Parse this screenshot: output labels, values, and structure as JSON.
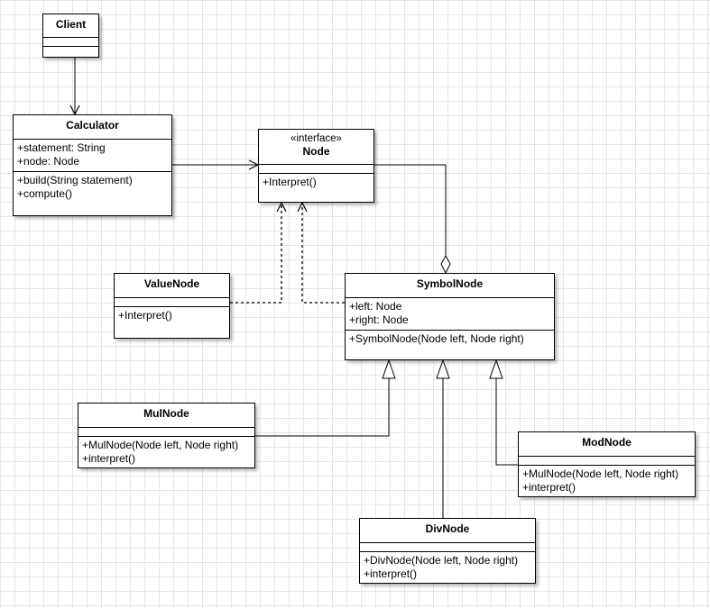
{
  "classes": {
    "client": {
      "name": "Client",
      "attributes": [],
      "operations": []
    },
    "calculator": {
      "name": "Calculator",
      "attributes": [
        "+statement: String",
        "+node: Node"
      ],
      "operations": [
        "+build(String statement)",
        "+compute()"
      ]
    },
    "node": {
      "stereotype": "«interface»",
      "name": "Node",
      "attributes": [],
      "operations": [
        "+Interpret()"
      ]
    },
    "valuenode": {
      "name": "ValueNode",
      "attributes": [],
      "operations": [
        "+Interpret()"
      ]
    },
    "symbolnode": {
      "name": "SymbolNode",
      "attributes": [
        "+left: Node",
        "+right: Node"
      ],
      "operations": [
        "+SymbolNode(Node left, Node right)"
      ]
    },
    "mulnode": {
      "name": "MulNode",
      "attributes": [],
      "operations": [
        "+MulNode(Node left, Node right)",
        "+interpret()"
      ]
    },
    "modnode": {
      "name": "ModNode",
      "attributes": [],
      "operations": [
        "+MulNode(Node left, Node right)",
        "+interpret()"
      ]
    },
    "divnode": {
      "name": "DivNode",
      "attributes": [],
      "operations": [
        "+DivNode(Node left, Node right)",
        "+interpret()"
      ]
    }
  },
  "relationships": [
    {
      "from": "Client",
      "to": "Calculator",
      "type": "association"
    },
    {
      "from": "Calculator",
      "to": "Node",
      "type": "association"
    },
    {
      "from": "ValueNode",
      "to": "Node",
      "type": "dependency"
    },
    {
      "from": "SymbolNode",
      "to": "Node",
      "type": "dependency"
    },
    {
      "from": "Node",
      "to": "SymbolNode",
      "type": "aggregation"
    },
    {
      "from": "MulNode",
      "to": "SymbolNode",
      "type": "generalization"
    },
    {
      "from": "DivNode",
      "to": "SymbolNode",
      "type": "generalization"
    },
    {
      "from": "ModNode",
      "to": "SymbolNode",
      "type": "generalization"
    }
  ]
}
